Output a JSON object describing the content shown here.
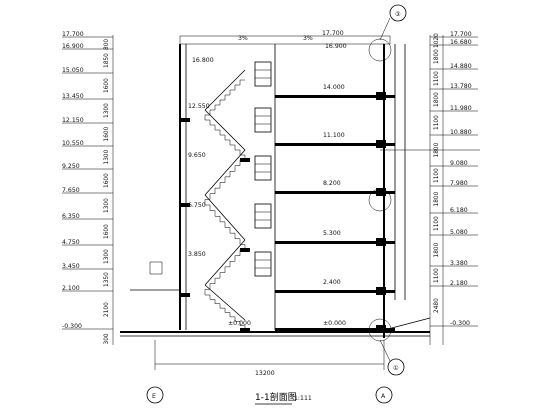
{
  "title": {
    "name": "1-1剖面图",
    "scale": "1:111"
  },
  "axes": {
    "left": "E",
    "right": "A"
  },
  "details": {
    "top": "③",
    "bottom": "①"
  },
  "dims": {
    "overall_width": "13200"
  },
  "roof": {
    "slope_left": "3%",
    "slope_right": "3%",
    "top_level": "17.700",
    "slab_level": "16.900",
    "stair_roof_level": "16.800"
  },
  "left_levels": [
    "17.700",
    "16.900",
    "15.050",
    "13.450",
    "12.150",
    "10.550",
    "9.250",
    "7.650",
    "6.350",
    "4.750",
    "3.450",
    "2.100",
    "-0.300"
  ],
  "left_dims": [
    "800",
    "1850",
    "1600",
    "1300",
    "1600",
    "1300",
    "1600",
    "1300",
    "1600",
    "1300",
    "1350",
    "2100",
    "300"
  ],
  "right_levels": [
    "17.700",
    "16.680",
    "14.880",
    "13.780",
    "11.980",
    "10.880",
    "9.080",
    "7.980",
    "6.180",
    "5.080",
    "3.380",
    "2.180",
    "-0.300"
  ],
  "right_dims": [
    "1020",
    "1800",
    "1100",
    "1800",
    "1100",
    "1800",
    "1100",
    "1800",
    "1100",
    "1800",
    "1100",
    "2480"
  ],
  "inner_levels": {
    "stair": [
      "12.550",
      "9.650",
      "6.750",
      "3.850"
    ],
    "floor": [
      "14.000",
      "11.100",
      "8.200",
      "5.300",
      "2.400",
      "±0.000",
      "±0.000"
    ]
  }
}
